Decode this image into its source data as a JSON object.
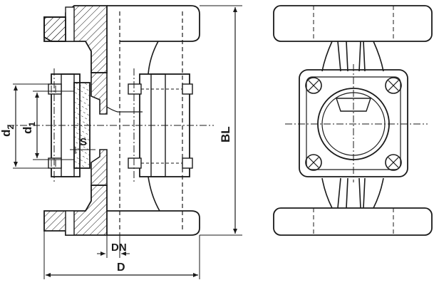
{
  "labels": {
    "d2": "d",
    "d2_sub": "2",
    "d1": "d",
    "d1_sub": "1",
    "s": "S",
    "bl": "BL",
    "dn": "DN",
    "d": "D"
  },
  "colors": {
    "line": "#1a1a1a",
    "background": "#ffffff"
  }
}
